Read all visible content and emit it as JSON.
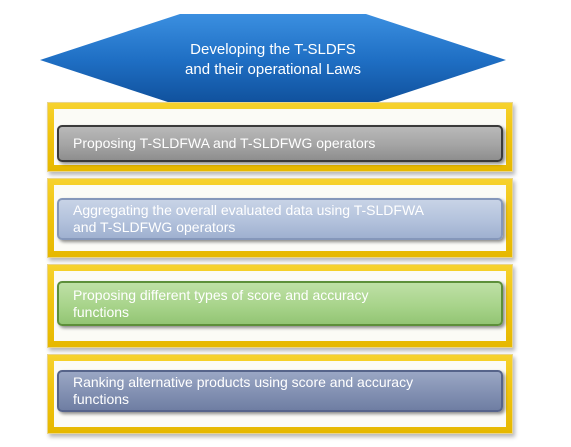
{
  "header": {
    "line1": "Developing the T-SLDFS",
    "line2": "and their operational Laws",
    "color": "#1f6fc4"
  },
  "steps": [
    {
      "line1": "Proposing  T-SLDFWA and T-SLDFWG operators",
      "line2": ""
    },
    {
      "line1": "Aggregating the overall evaluated data using  T-SLDFWA",
      "line2": "and T-SLDFWG operators"
    },
    {
      "line1": "Proposing different types of score and accuracy",
      "line2": "functions"
    },
    {
      "line1": "Ranking alternative products using score and accuracy",
      "line2": "functions"
    }
  ],
  "colors": {
    "frame": "#f1c40f",
    "step1": "#a4a4a4",
    "step2": "#b3c2dc",
    "step3": "#a8d48b",
    "step4": "#8290b2"
  }
}
